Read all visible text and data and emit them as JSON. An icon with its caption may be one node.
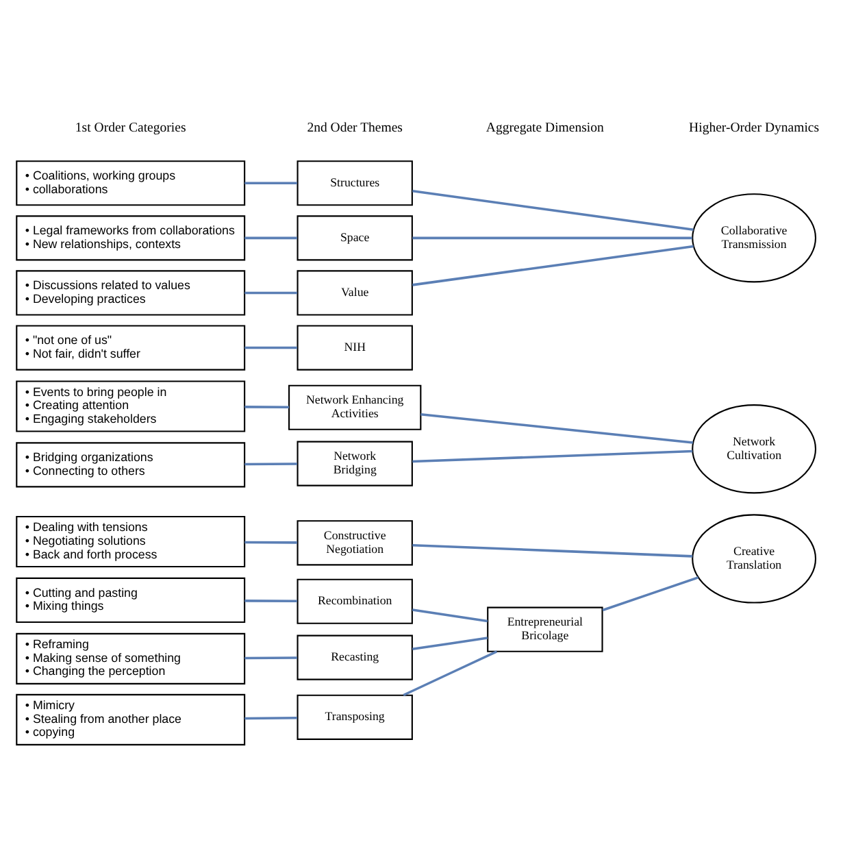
{
  "diagram": {
    "nodes": [
      {
        "text": [
          "• Cutting and pasting",
          "• Mixing things"
        ]
      },
      {
        "text": [
          "Recombination"
        ]
      },
      {
        "text": [
          "• Mimicry",
          "• Stealing from another place",
          "• copying"
        ]
      },
      {
        "text": [
          "Transposing"
        ]
      },
      {
        "text": [
          "• Reframing",
          "• Making sense of something",
          "• Changing the perception"
        ]
      },
      {
        "text": [
          "Recasting"
        ]
      },
      {
        "text": [
          "• Dealing with tensions",
          "• Negotiating solutions",
          "• Back and forth process"
        ]
      },
      {
        "text": [
          "Constructive Negotiation"
        ]
      },
      {
        "text": [
          "Entrepreneurial Bricolage"
        ]
      },
      {
        "text": [
          "Creative Translation"
        ]
      },
      {
        "text": [
          "• Events to bring people in",
          "• Creating attention",
          "• Engaging stakeholders"
        ]
      },
      {
        "text": [
          "Network Enhancing Activities"
        ]
      },
      {
        "text": [
          "• Bridging organizations",
          "• Connecting to others"
        ]
      },
      {
        "text": [
          "Network Bridging"
        ]
      },
      {
        "text": [
          "Network Cultivation"
        ]
      },
      {
        "text": [
          "• \"not one of us\"",
          "• Not fair, didn't suffer"
        ]
      },
      {
        "text": [
          "NIH"
        ]
      },
      {
        "text": [
          "• Coalitions, working groups",
          "• collaborations"
        ]
      },
      {
        "text": [
          "Structures"
        ]
      },
      {
        "text": [
          "• Legal frameworks from collaborations",
          "• New relationships, contexts"
        ]
      },
      {
        "text": [
          "Space"
        ]
      },
      {
        "text": [
          "• Discussions related to values",
          "• Developing practices"
        ]
      },
      {
        "text": [
          "Value"
        ]
      },
      {
        "text": [
          "Collaborative Transmission"
        ]
      }
    ],
    "edges": [
      {
        "from": 0,
        "to": 1,
        "arrow": "none"
      },
      {
        "from": 2,
        "to": 3,
        "arrow": "none"
      },
      {
        "from": 4,
        "to": 5,
        "arrow": "none"
      },
      {
        "from": 6,
        "to": 7,
        "arrow": "none"
      },
      {
        "from": 1,
        "to": 8,
        "arrow": "none"
      },
      {
        "from": 3,
        "to": 8,
        "arrow": "none"
      },
      {
        "from": 5,
        "to": 8,
        "arrow": "none"
      },
      {
        "from": 8,
        "to": 9,
        "arrow": "none"
      },
      {
        "from": 7,
        "to": 9,
        "arrow": "none"
      },
      {
        "from": 10,
        "to": 11,
        "arrow": "none"
      },
      {
        "from": 12,
        "to": 13,
        "arrow": "none"
      },
      {
        "from": 11,
        "to": 14,
        "arrow": "none"
      },
      {
        "from": 13,
        "to": 14,
        "arrow": "none"
      },
      {
        "from": 15,
        "to": 16,
        "arrow": "none"
      },
      {
        "from": 17,
        "to": 18,
        "arrow": "none"
      },
      {
        "from": 19,
        "to": 20,
        "arrow": "none"
      },
      {
        "from": 21,
        "to": 22,
        "arrow": "none"
      },
      {
        "from": 18,
        "to": 23,
        "arrow": "none"
      },
      {
        "from": 20,
        "to": 23,
        "arrow": "none"
      },
      {
        "from": 22,
        "to": 23,
        "arrow": "none"
      }
    ],
    "labels": [
      "1st Order Categories",
      "2nd Oder Themes",
      "Aggregate Dimension",
      "Higher-Order Dynamics"
    ]
  }
}
